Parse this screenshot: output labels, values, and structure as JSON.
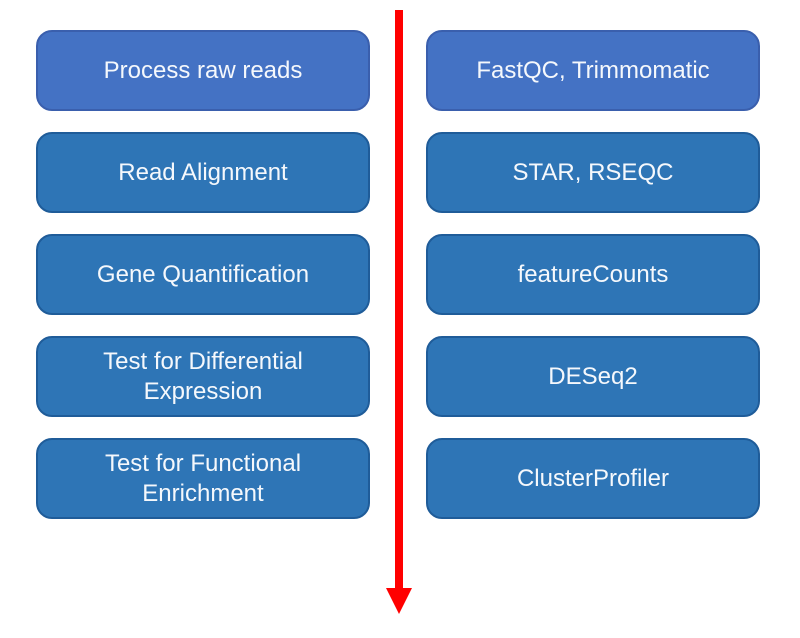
{
  "diagram": {
    "type": "workflow",
    "rows": [
      {
        "step": "Process raw reads",
        "tool": "FastQC, Trimmomatic"
      },
      {
        "step": "Read Alignment",
        "tool": "STAR, RSEQC"
      },
      {
        "step": "Gene Quantification",
        "tool": "featureCounts"
      },
      {
        "step": "Test for Differential Expression",
        "tool": "DESeq2"
      },
      {
        "step": "Test for Functional Enrichment",
        "tool": "ClusterProfiler"
      }
    ],
    "arrow": {
      "direction": "down",
      "color": "#FF0000"
    }
  },
  "colors": {
    "box_fill_first_row": "#4472C4",
    "box_fill_other_rows": "#2E75B6",
    "box_border_first_row": "#3A5FAD",
    "box_border_other_rows": "#1F5C99",
    "box_text": "#F5F8FC",
    "arrow": "#FF0000",
    "background": "#FFFFFF"
  }
}
